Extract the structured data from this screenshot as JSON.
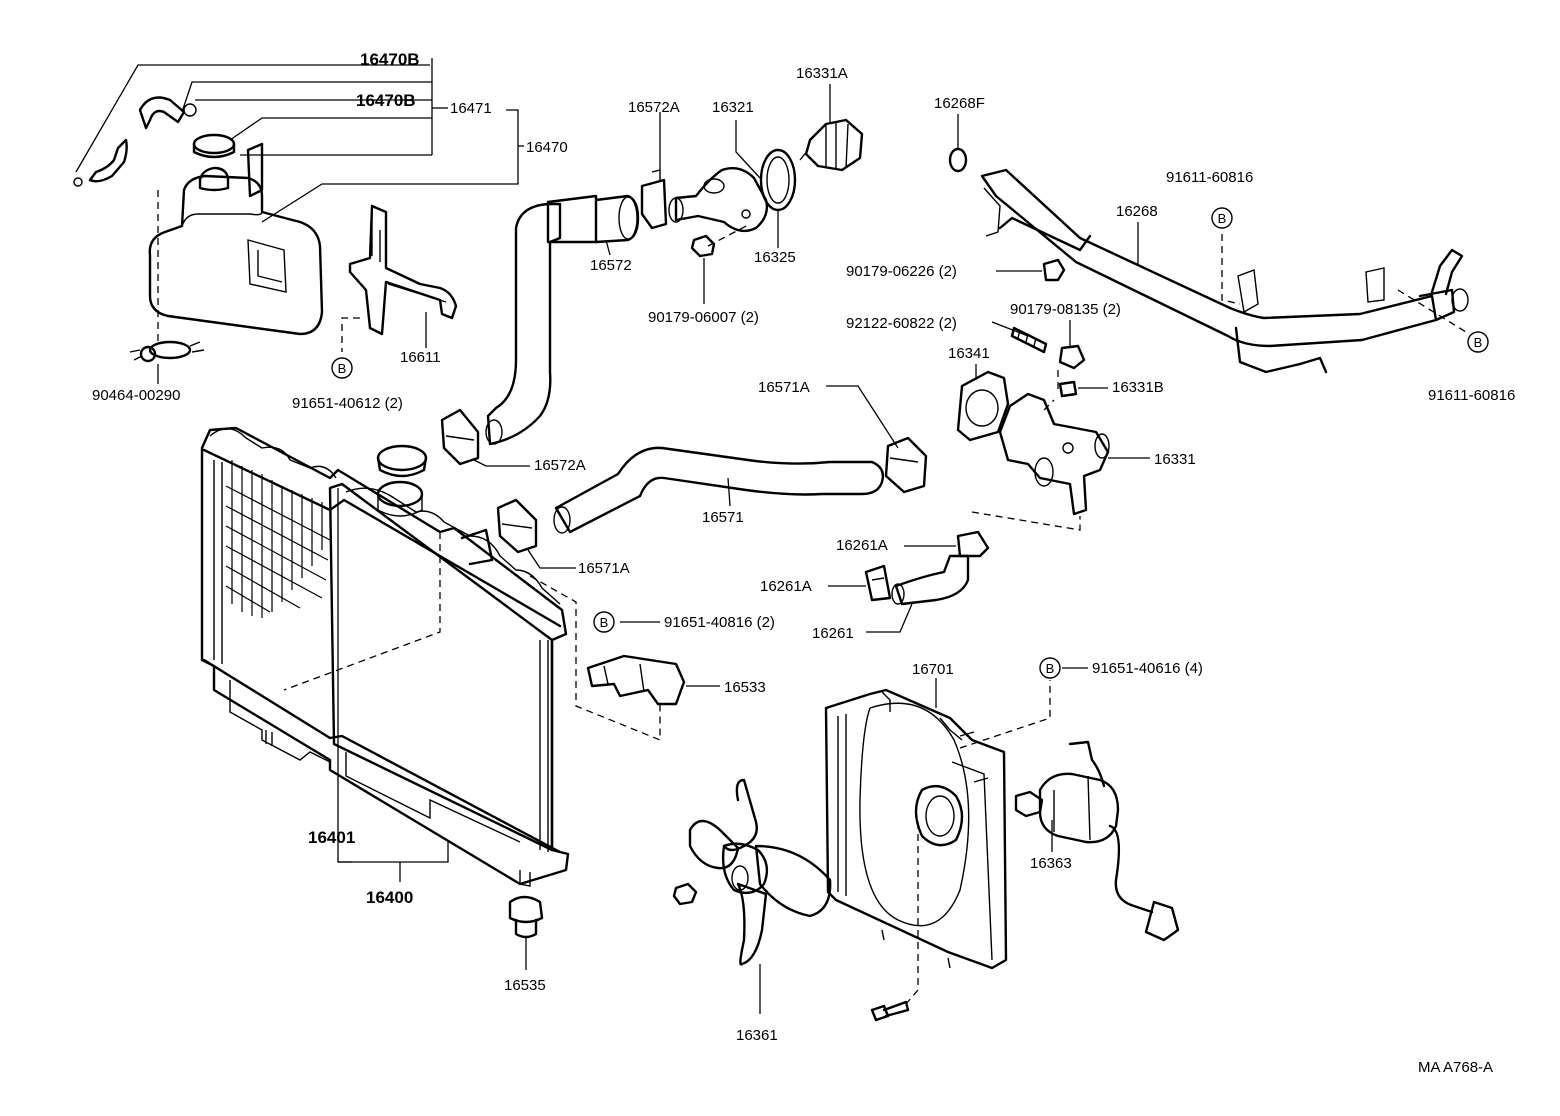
{
  "diagram": {
    "figure_code": "MA  A768-A",
    "bolt_marker": "B",
    "labels": {
      "p16470B_a": "16470B",
      "p16470B_b": "16470B",
      "p16471": "16471",
      "p16470": "16470",
      "p16611": "16611",
      "p90464_00290": "90464-00290",
      "p91651_40612": "91651-40612 (2)",
      "p16572A_top": "16572A",
      "p16321": "16321",
      "p16331A": "16331A",
      "p16572": "16572",
      "p16325": "16325",
      "p90179_06007": "90179-06007 (2)",
      "p16268F": "16268F",
      "p91611_60816_a": "91611-60816",
      "p16268": "16268",
      "p90179_06226": "90179-06226 (2)",
      "p90179_08135": "90179-08135 (2)",
      "p92122_60822": "92122-60822 (2)",
      "p16341": "16341",
      "p91611_60816_b": "91611-60816",
      "p16331B": "16331B",
      "p16571A_top": "16571A",
      "p16331": "16331",
      "p16572A_mid": "16572A",
      "p16571": "16571",
      "p16571A_mid": "16571A",
      "p16261A_a": "16261A",
      "p16261A_b": "16261A",
      "p16261": "16261",
      "p91651_40816": "91651-40816 (2)",
      "p16533": "16533",
      "p16701": "16701",
      "p91651_40616": "91651-40616 (4)",
      "p16401": "16401",
      "p16400": "16400",
      "p16363": "16363",
      "p16535": "16535",
      "p16361": "16361"
    }
  }
}
